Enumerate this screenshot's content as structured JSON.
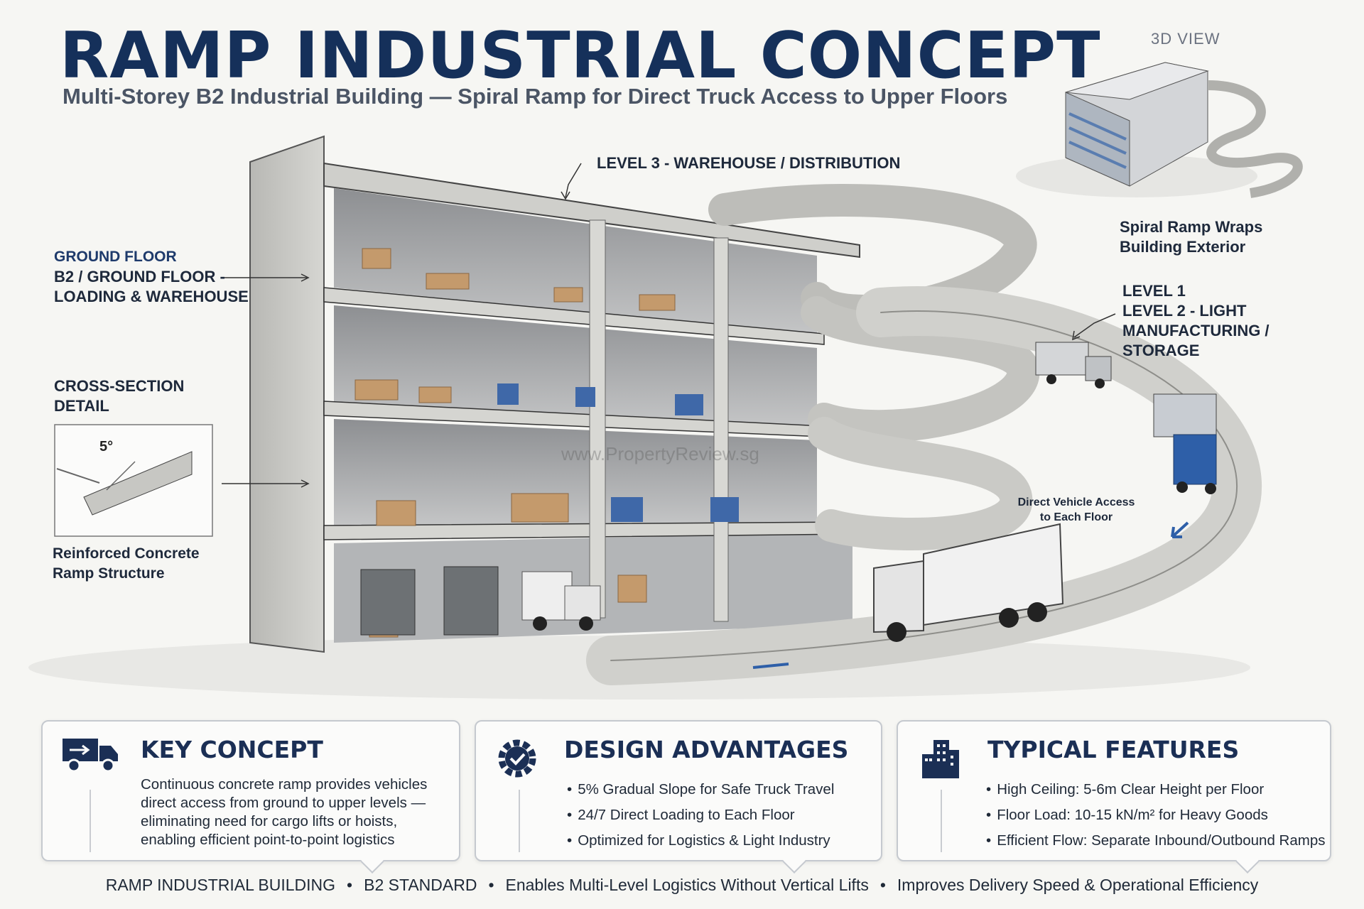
{
  "header": {
    "title": "RAMP INDUSTRIAL CONCEPT",
    "subtitle": "Multi-Storey B2 Industrial Building — Spiral Ramp for Direct Truck Access to Upper Floors"
  },
  "view3d": {
    "label": "3D VIEW",
    "caption_line1": "Spiral Ramp Wraps",
    "caption_line2": "Building Exterior"
  },
  "callouts": {
    "level3": "LEVEL 3 - WAREHOUSE / DISTRIBUTION",
    "ground_heading": "GROUND FLOOR",
    "ground_line1": "B2 / GROUND FLOOR -",
    "ground_line2": "LOADING & WAREHOUSE",
    "level1": "LEVEL 1",
    "level2_line1": "LEVEL 2 - LIGHT",
    "level2_line2": "MANUFACTURING /",
    "level2_line3": "STORAGE",
    "cross_line1": "CROSS-SECTION",
    "cross_line2": "DETAIL",
    "cross_angle": "5°",
    "reinforced_line1": "Reinforced Concrete",
    "reinforced_line2": "Ramp Structure",
    "direct_line1": "Direct Vehicle Access",
    "direct_line2": "to Each Floor"
  },
  "watermark": "www.PropertyReview.sg",
  "panels": {
    "key_concept": {
      "title": "KEY CONCEPT",
      "icon": "truck-icon",
      "lines": [
        "Continuous concrete ramp provides vehicles",
        "direct access from ground to upper levels —",
        "eliminating need for cargo lifts or hoists,",
        "enabling efficient point-to-point logistics"
      ]
    },
    "design_advantages": {
      "title": "DESIGN ADVANTAGES",
      "icon": "gear-check-icon",
      "items": [
        "5% Gradual Slope for Safe Truck Travel",
        "24/7 Direct Loading to Each Floor",
        "Optimized for Logistics & Light Industry"
      ]
    },
    "typical_features": {
      "title": "TYPICAL FEATURES",
      "icon": "building-icon",
      "items": [
        "High Ceiling: 5-6m Clear Height per Floor",
        "Floor Load: 10-15 kN/m² for Heavy Goods",
        "Efficient Flow: Separate Inbound/Outbound Ramps"
      ]
    }
  },
  "footer": {
    "items": [
      "RAMP INDUSTRIAL BUILDING",
      "B2 STANDARD",
      "Enables Multi-Level Logistics Without Vertical Lifts",
      "Improves Delivery Speed & Operational Efficiency"
    ]
  },
  "colors": {
    "title": "#15305a",
    "concrete": "#c9c9c6",
    "truck_blue": "#2e5fa8",
    "panel_border": "#c5c9cf"
  }
}
